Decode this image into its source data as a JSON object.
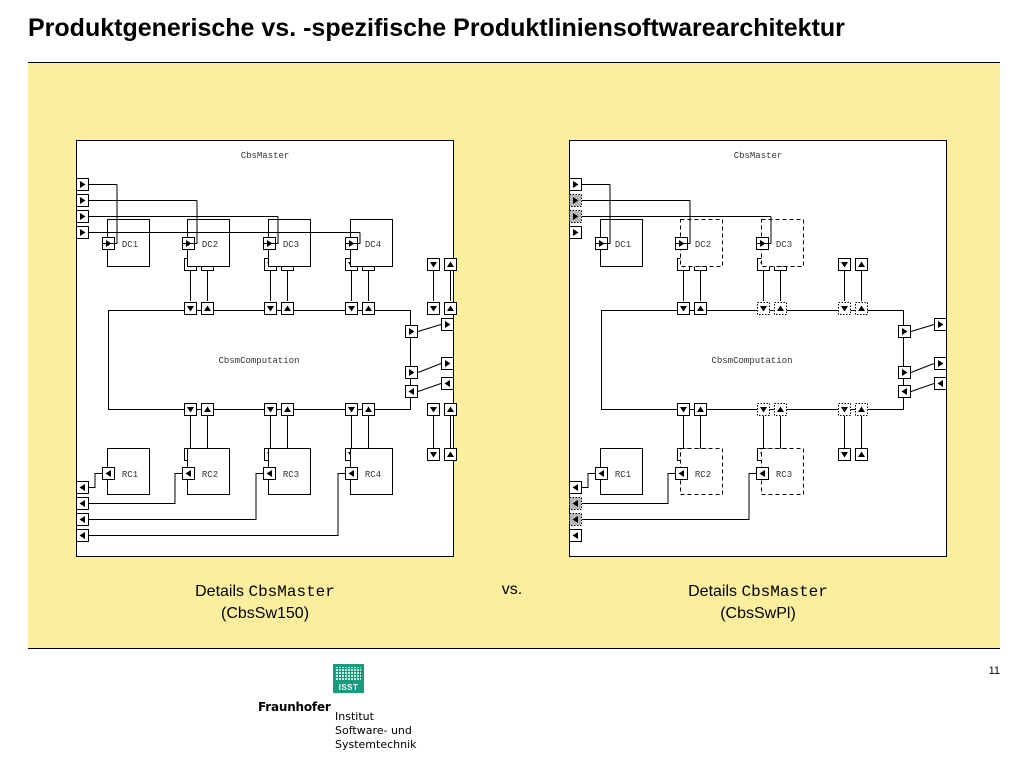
{
  "slide": {
    "title": "Produktgenerische vs. -spezifische Produktliniensoftwarearchitektur",
    "page_number": "11",
    "vs_label": "vs.",
    "accent_color": "#fcee9f"
  },
  "left": {
    "master_label": "CbsMaster",
    "computation_label": "CbsmComputation",
    "dc_labels": [
      "DC1",
      "DC2",
      "DC3",
      "DC4"
    ],
    "rc_labels": [
      "RC1",
      "RC2",
      "RC3",
      "RC4"
    ],
    "caption_prefix": "Details",
    "caption_code": "CbsMaster",
    "caption_variant": "(CbsSw150)"
  },
  "right": {
    "master_label": "CbsMaster",
    "computation_label": "CbsmComputation",
    "dc_labels": [
      "DC1",
      "DC2",
      "DC3"
    ],
    "rc_labels": [
      "RC1",
      "RC2",
      "RC3"
    ],
    "optional_components": [
      "DC2",
      "DC3",
      "RC2",
      "RC3"
    ],
    "caption_prefix": "Details",
    "caption_code": "CbsMaster",
    "caption_variant": "(CbsSwPl)"
  },
  "logo": {
    "badge_text": "ISST",
    "organization": "Fraunhofer",
    "institute_lines": [
      "Institut",
      "Software- und",
      "Systemtechnik"
    ]
  }
}
